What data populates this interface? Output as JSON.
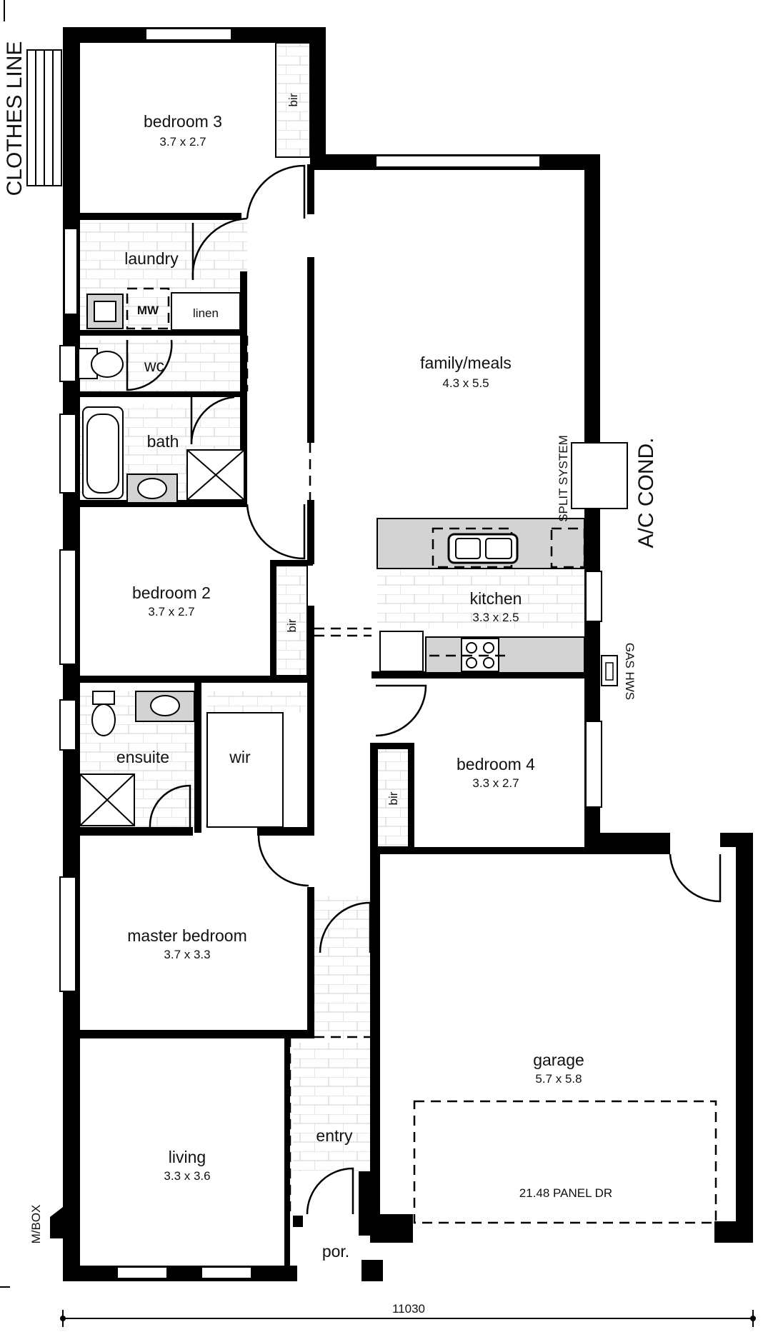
{
  "rooms": {
    "bedroom3": {
      "name": "bedroom 3",
      "size": "3.7 x 2.7"
    },
    "laundry": {
      "name": "laundry"
    },
    "linen": {
      "name": "linen"
    },
    "mw": {
      "name": "MW"
    },
    "wc": {
      "name": "wc"
    },
    "bath": {
      "name": "bath"
    },
    "family": {
      "name": "family/meals",
      "size": "4.3 x 5.5"
    },
    "kitchen": {
      "name": "kitchen",
      "size": "3.3 x 2.5"
    },
    "bedroom2": {
      "name": "bedroom 2",
      "size": "3.7 x 2.7"
    },
    "bedroom4": {
      "name": "bedroom 4",
      "size": "3.3 x 2.7"
    },
    "ensuite": {
      "name": "ensuite"
    },
    "wir": {
      "name": "wir"
    },
    "master": {
      "name": "master bedroom",
      "size": "3.7 x 3.3"
    },
    "garage": {
      "name": "garage",
      "size": "5.7 x 5.8"
    },
    "living": {
      "name": "living",
      "size": "3.3 x 3.6"
    },
    "entry": {
      "name": "entry"
    },
    "porch": {
      "name": "por."
    },
    "bir1": {
      "name": "bir"
    },
    "bir2": {
      "name": "bir"
    },
    "bir3": {
      "name": "bir"
    }
  },
  "annotations": {
    "clothes_line": "CLOTHES LINE",
    "split_system": "SPLIT SYSTEM",
    "ac_cond": "A/C COND.",
    "gas_hws": "GAS HWS",
    "mbox": "M/BOX",
    "panel_door": "21.48 PANEL DR",
    "overall_width": "11030"
  }
}
